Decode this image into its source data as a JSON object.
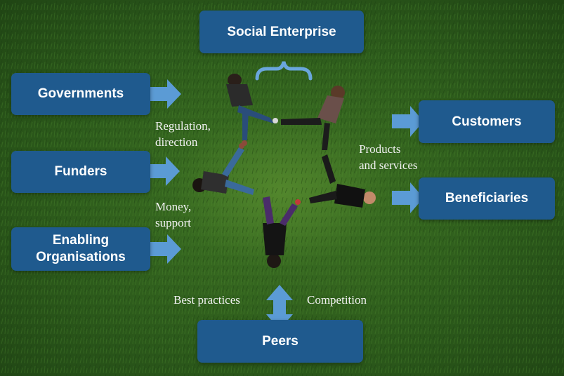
{
  "boxes": {
    "social_enterprise": "Social Enterprise",
    "governments": "Governments",
    "funders": "Funders",
    "enabling_organisations": "Enabling\nOrganisations",
    "customers": "Customers",
    "beneficiaries": "Beneficiaries",
    "peers": "Peers"
  },
  "labels": {
    "regulation": "Regulation,\ndirection",
    "money": "Money,\nsupport",
    "products": "Products\nand services",
    "best_practices": "Best practices",
    "competition": "Competition"
  },
  "colors": {
    "box_fill": "#1f5a8e",
    "arrow_fill": "#5b9bd5",
    "grass": "#2c5a1b"
  },
  "icons": {
    "brace": "curly-brace-icon",
    "arrow": "arrow-right-icon",
    "double_arrow": "double-arrow-vertical-icon"
  }
}
